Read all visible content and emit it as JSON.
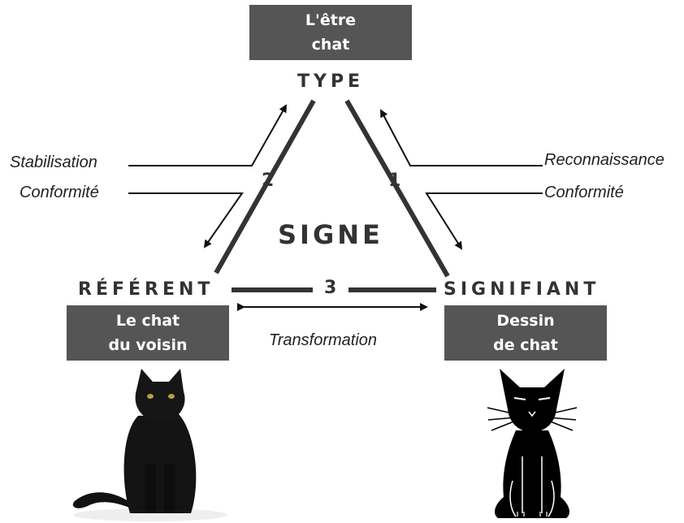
{
  "type": {
    "box_lines": [
      "L'être",
      "chat"
    ],
    "label": "TYPE"
  },
  "referent": {
    "label": "RÉFÉRENT",
    "box_lines": [
      "Le chat",
      "du voisin"
    ]
  },
  "signifiant": {
    "label": "SIGNIFIANT",
    "box_lines": [
      "Dessin",
      "de chat"
    ]
  },
  "center": {
    "label": "SIGNE"
  },
  "edges": {
    "left_number": "2",
    "right_number": "1",
    "bottom_number": "3"
  },
  "left_side": {
    "upper_text": "Stabilisation",
    "lower_text": "Conformité"
  },
  "right_side": {
    "upper_text": "Reconnaissance",
    "lower_text": "Conformité"
  },
  "bottom": {
    "text": "Transformation"
  },
  "colors": {
    "box_background": "#555555",
    "line": "#333333",
    "text": "#333333"
  },
  "images": {
    "left": "black-cat-photo",
    "right": "cat-drawing-icon"
  }
}
